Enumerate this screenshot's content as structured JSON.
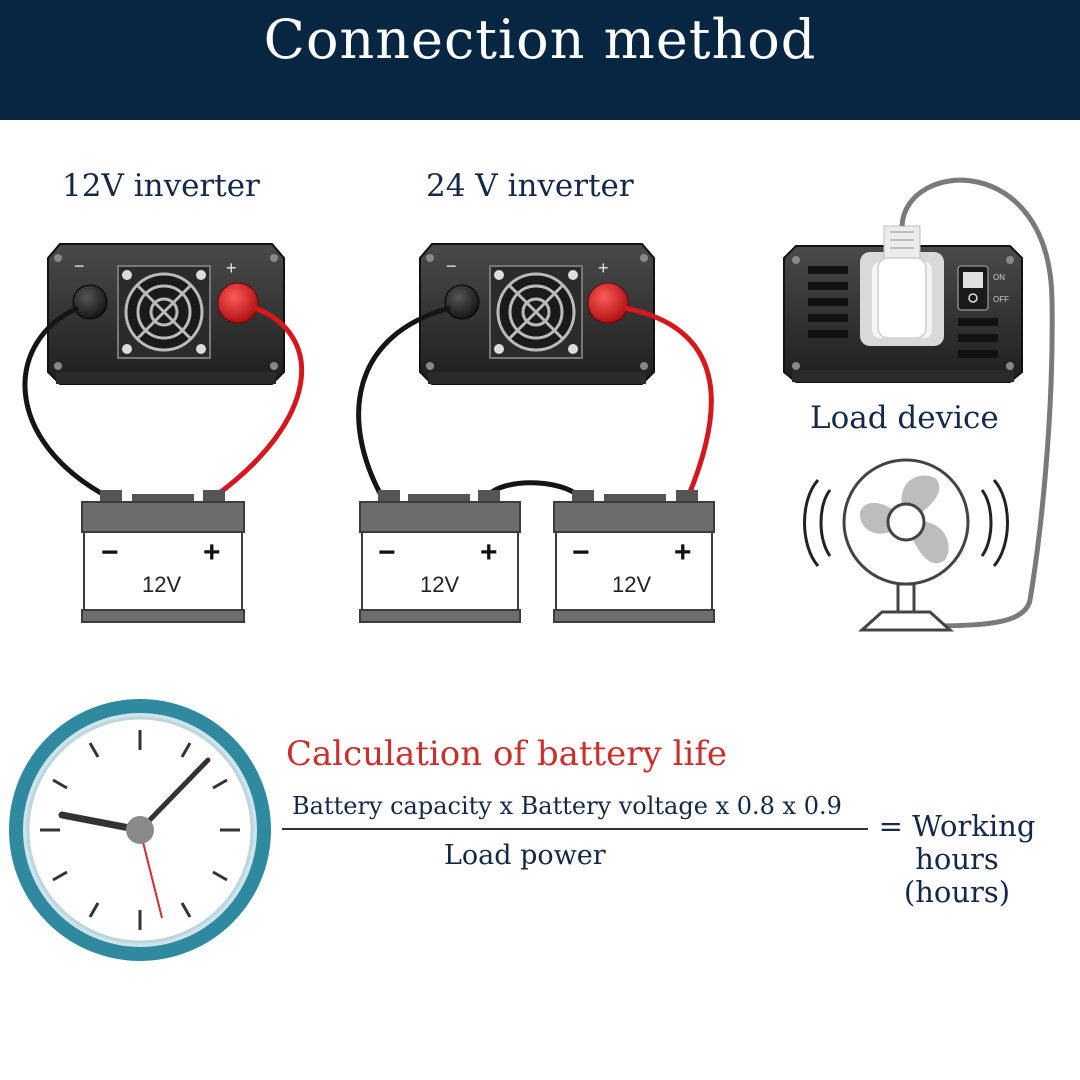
{
  "header": {
    "title": "Connection method"
  },
  "diagram": {
    "inverter_12v_label": "12V inverter",
    "inverter_24v_label": "24 V inverter",
    "load_device_label": "Load device",
    "battery_voltage": "12V",
    "minus_sign": "−",
    "plus_sign": "+",
    "switch_on": "ON",
    "switch_off": "OFF"
  },
  "calculation": {
    "title": "Calculation of battery life",
    "numerator": "Battery capacity x Battery voltage x 0.8 x 0.9",
    "denominator": "Load power",
    "result_line1": "= Working",
    "result_line2": "hours",
    "result_line3": "(hours)"
  },
  "colors": {
    "header_bg": "#062642",
    "text": "#14284a",
    "accent_red": "#c9302c",
    "clock_ring": "#2f8aa0"
  }
}
